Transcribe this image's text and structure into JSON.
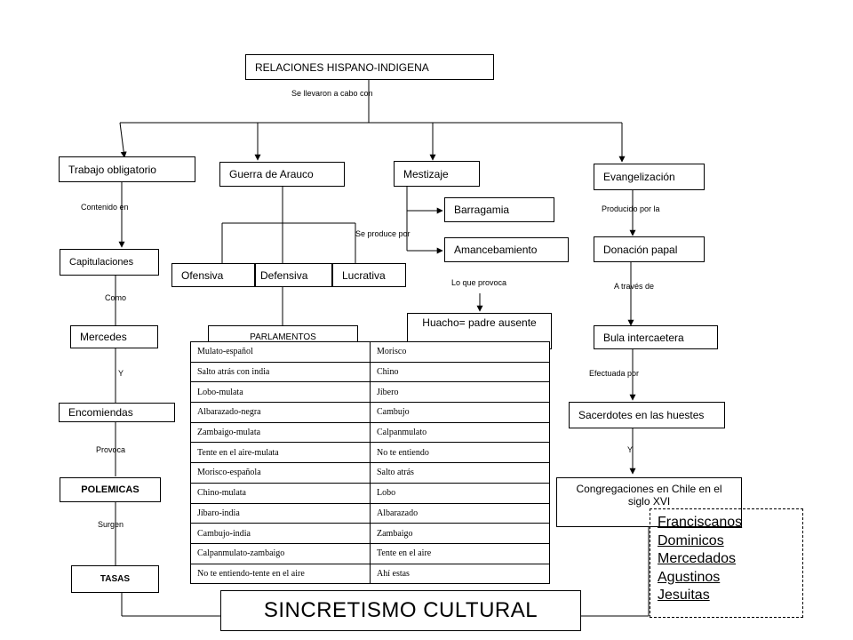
{
  "boxes": {
    "relaciones": "RELACIONES HISPANO-INDIGENA",
    "trabajo": "Trabajo obligatorio",
    "guerra": "Guerra  de Arauco",
    "mestizaje": "Mestizaje",
    "evangelizacion": "Evangelización",
    "barragamia": "Barragamia",
    "amancebamiento": "Amancebamiento",
    "donacion": "Donación papal",
    "capitulaciones": "Capitulaciones",
    "ofensiva": "Ofensiva",
    "defensiva": "Defensiva",
    "lucrativa": "Lucrativa",
    "huacho": "Huacho= padre ausente",
    "mercedes": "Mercedes",
    "parlamentos": "PARLAMENTOS",
    "bula": "Bula intercaetera",
    "encomiendas": "Encomiendas",
    "sacerdotes": "Sacerdotes en las huestes",
    "polemicas": "POLEMICAS",
    "congregaciones": "Congregaciones en Chile en el siglo XVI",
    "tasas": "TASAS"
  },
  "labels": {
    "se_llevaron": "Se llevaron a cabo con",
    "contenido_en": "Contenido en",
    "se_produce_por": "Se produce por",
    "producido_por": "Producido por la",
    "como": "Como",
    "lo_que_provoca": "Lo que provoca",
    "a_traves_de": "A través de",
    "y1": "Y",
    "efectuada_por": "Efectuada por",
    "provoca": "Provoca",
    "y2": "Y",
    "surgen": "Surgen"
  },
  "castas": [
    [
      "Mulato-español",
      "Morisco"
    ],
    [
      "Salto atrás con india",
      "Chino"
    ],
    [
      "Lobo-mulata",
      "Jíbero"
    ],
    [
      "Albarazado-negra",
      "Cambujo"
    ],
    [
      "Zambaigo-mulata",
      "Calpanmulato"
    ],
    [
      "Tente en el aire-mulata",
      "No te entiendo"
    ],
    [
      "Morisco-española",
      "Salto atrás"
    ],
    [
      "Chino-mulata",
      "Lobo"
    ],
    [
      "Jíbaro-india",
      "Albarazado"
    ],
    [
      "Cambujo-india",
      "Zambaigo"
    ],
    [
      "Calpanmulato-zambaigo",
      "Tente en el aire"
    ],
    [
      "No te entiendo-tente en el aire",
      "Ahí estas"
    ]
  ],
  "sincretismo": "SINCRETISMO CULTURAL",
  "ordenes": [
    "Franciscanos",
    "Dominicos",
    "Mercedados",
    "Agustinos",
    "Jesuitas"
  ]
}
